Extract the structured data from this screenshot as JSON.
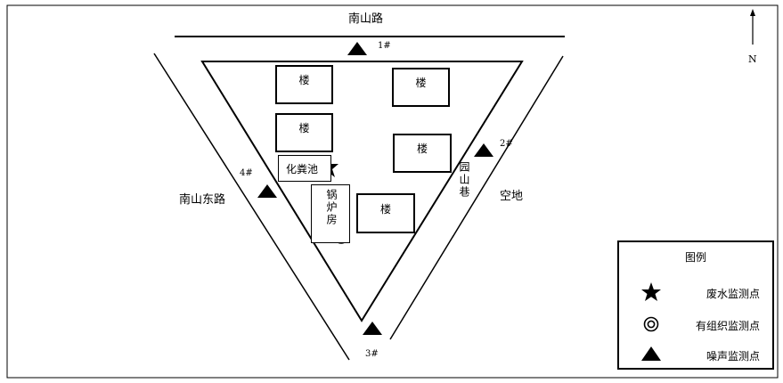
{
  "roads": {
    "north": "南山路",
    "west": "南山东路",
    "lane": "园山巷"
  },
  "open_land": "空地",
  "north_arrow": "N",
  "buildings": {
    "label": "楼",
    "septic_tank": "化粪池",
    "boiler_room": "锅炉房"
  },
  "noise_points": [
    "1#",
    "2#",
    "3#",
    "4#"
  ],
  "legend": {
    "title": "图例",
    "items": [
      {
        "label": "废水监测点",
        "icon": "star-icon"
      },
      {
        "label": "有组织监测点",
        "icon": "double-circle-icon"
      },
      {
        "label": "噪声监测点",
        "icon": "triangle-icon"
      }
    ]
  }
}
